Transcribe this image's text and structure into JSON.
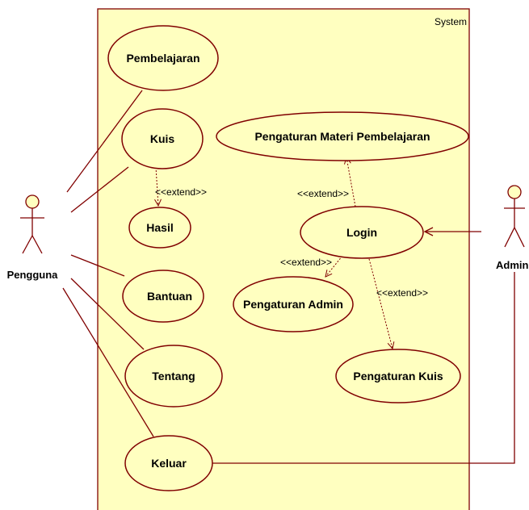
{
  "system": {
    "label": "System",
    "fill": "#ffffc0",
    "stroke": "#800000"
  },
  "actors": {
    "pengguna": {
      "label": "Pengguna"
    },
    "admin": {
      "label": "Admin"
    }
  },
  "use_cases": {
    "pembelajaran": "Pembelajaran",
    "kuis": "Kuis",
    "hasil": "Hasil",
    "bantuan": "Bantuan",
    "tentang": "Tentang",
    "keluar": "Keluar",
    "pengaturan_materi": "Pengaturan Materi Pembelajaran",
    "login": "Login",
    "pengaturan_admin": "Pengaturan Admin",
    "pengaturan_kuis": "Pengaturan Kuis"
  },
  "stereotypes": {
    "extend_hasil": "<<extend>>",
    "extend_materi": "<<extend>>",
    "extend_admin": "<<extend>>",
    "extend_kuis": "<<extend>>"
  },
  "colors": {
    "line": "#800000",
    "fill": "#ffffc0"
  }
}
